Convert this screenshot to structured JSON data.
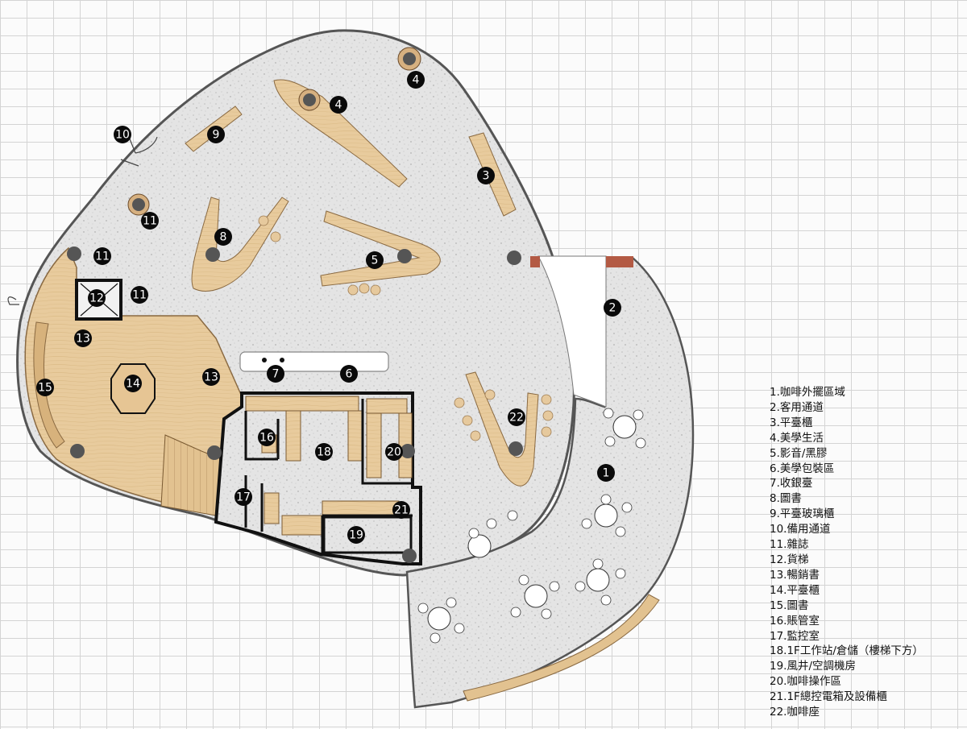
{
  "floor_plan": {
    "legend": [
      "1.咖啡外擺區域",
      "2.客用通道",
      "3.平臺櫃",
      "4.美學生活",
      "5.影音/黑膠",
      "6.美學包裝區",
      "7.收銀臺",
      "8.圖書",
      "9.平臺玻璃櫃",
      "10.備用通道",
      "11.雜誌",
      "12.貨梯",
      "13.暢銷書",
      "14.平臺櫃",
      "15.圖書",
      "16.賬管室",
      "17.監控室",
      "18.1F工作站/倉儲（樓梯下方）",
      "19.風井/空調機房",
      "20.咖啡操作區",
      "21.1F總控電箱及設備櫃",
      "22.咖啡座"
    ],
    "markers": [
      {
        "n": "1"
      },
      {
        "n": "2"
      },
      {
        "n": "3"
      },
      {
        "n": "4"
      },
      {
        "n": "4"
      },
      {
        "n": "5"
      },
      {
        "n": "6"
      },
      {
        "n": "7"
      },
      {
        "n": "8"
      },
      {
        "n": "9"
      },
      {
        "n": "10"
      },
      {
        "n": "11"
      },
      {
        "n": "11"
      },
      {
        "n": "11"
      },
      {
        "n": "12"
      },
      {
        "n": "13"
      },
      {
        "n": "13"
      },
      {
        "n": "14"
      },
      {
        "n": "15"
      },
      {
        "n": "16"
      },
      {
        "n": "17"
      },
      {
        "n": "18"
      },
      {
        "n": "19"
      },
      {
        "n": "20"
      },
      {
        "n": "21"
      },
      {
        "n": "22"
      }
    ],
    "colors": {
      "terrazzo": "#e3e3e3",
      "wood": "#e8c99a",
      "wall": "#1a1a1a",
      "marker": "#0a0a0a",
      "brick": "#b35a44"
    }
  }
}
